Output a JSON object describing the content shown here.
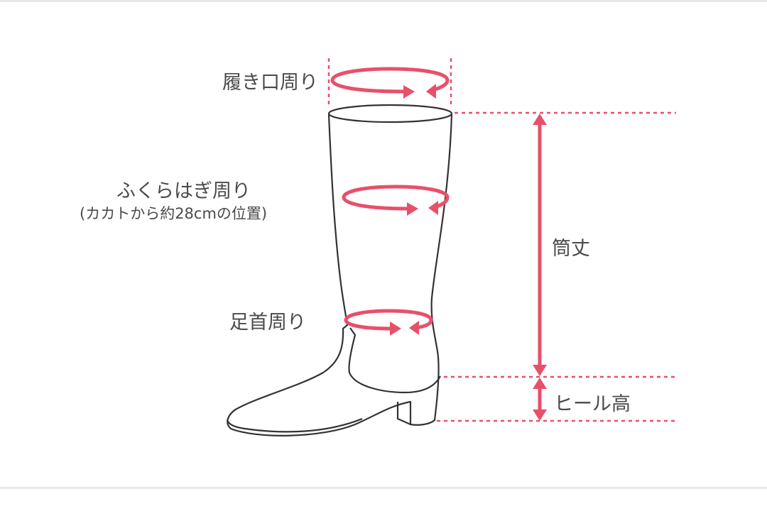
{
  "labels": {
    "opening": "履き口周り",
    "calf": "ふくらはぎ周り",
    "calf_note": "(カカトから約28cmの位置)",
    "ankle": "足首周り",
    "shaft_height": "筒丈",
    "heel_height": "ヒール高"
  },
  "colors": {
    "accent": "#e8506a",
    "outline": "#333333",
    "rule": "#e8e8e8"
  }
}
